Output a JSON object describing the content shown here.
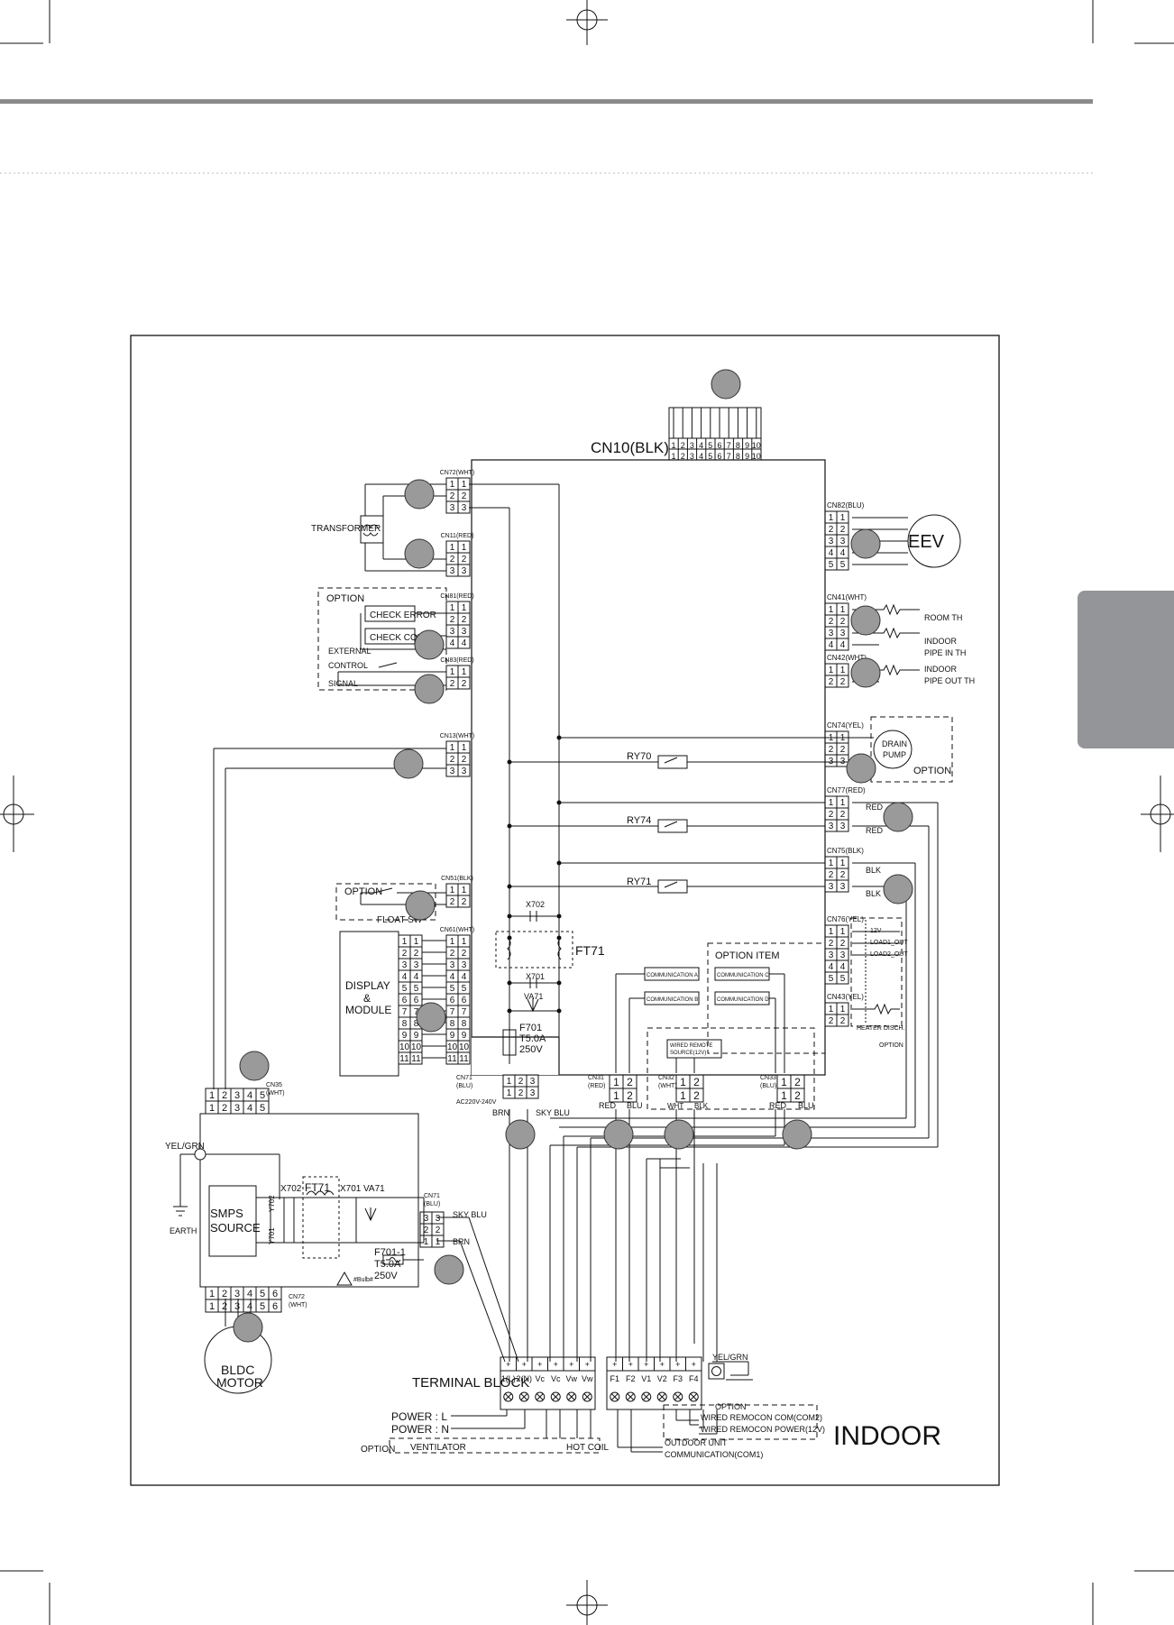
{
  "title": "INDOOR",
  "colors": {
    "wire": "#111111",
    "marker": "#9a9a9a",
    "header_bar": "#8a8a8a",
    "side_tab": "#939598"
  },
  "cn10": {
    "label": "CN10(BLK)",
    "pins": [
      "1",
      "2",
      "3",
      "4",
      "5",
      "6",
      "7",
      "8",
      "9",
      "10"
    ]
  },
  "left_connectors": [
    {
      "id": "CN72(WHT)",
      "pins": [
        "1",
        "2",
        "3"
      ]
    },
    {
      "id": "CN11(RED)",
      "pins": [
        "1",
        "2",
        "3"
      ]
    },
    {
      "id": "CN81(RED)",
      "pins": [
        "1",
        "2",
        "3",
        "4"
      ]
    },
    {
      "id": "CN83(RED)",
      "pins": [
        "1",
        "2"
      ]
    },
    {
      "id": "CN13(WHT)",
      "pins": [
        "1",
        "2",
        "3"
      ]
    },
    {
      "id": "CN51(BLK)",
      "pins": [
        "1",
        "2"
      ]
    },
    {
      "id": "CN61(WHT)",
      "pins": [
        "1",
        "2",
        "3",
        "4",
        "5",
        "6",
        "7",
        "8",
        "9",
        "10",
        "11"
      ]
    }
  ],
  "left_labels": {
    "transformer": "TRANSFORMER",
    "option": "OPTION",
    "check_error": "CHECK ERROR",
    "check_comp": "CHECK COMP",
    "external": "EXTERNAL",
    "control": "CONTROL",
    "signal": "SIGNAL",
    "float_sw": "FLOAT SW",
    "display": "DISPLAY",
    "amp": "&",
    "module": "MODULE"
  },
  "right_connectors": [
    {
      "id": "CN82(BLU)",
      "pins": [
        "1",
        "2",
        "3",
        "4",
        "5"
      ]
    },
    {
      "id": "CN41(WHT)",
      "pins": [
        "1",
        "2",
        "3",
        "4"
      ]
    },
    {
      "id": "CN42(WHT)",
      "pins": [
        "1",
        "2"
      ]
    },
    {
      "id": "CN74(YEL)",
      "pins": [
        "1",
        "2",
        "3"
      ]
    },
    {
      "id": "CN77(RED)",
      "pins": [
        "1",
        "2",
        "3"
      ]
    },
    {
      "id": "CN75(BLK)",
      "pins": [
        "1",
        "2",
        "3"
      ]
    },
    {
      "id": "CN76(YEL)",
      "pins": [
        "1",
        "2",
        "3",
        "4",
        "5"
      ]
    },
    {
      "id": "CN43(YEL)",
      "pins": [
        "1",
        "2"
      ]
    }
  ],
  "right_labels": {
    "eev": "EEV",
    "room_th": "ROOM TH",
    "indoor_pipe_in_1": "INDOOR",
    "indoor_pipe_in_2": "PIPE IN TH",
    "indoor_pipe_out_1": "INDOOR",
    "indoor_pipe_out_2": "PIPE OUT TH",
    "drain_1": "DRAIN",
    "drain_2": "PUMP",
    "option": "OPTION",
    "red_1": "RED",
    "red_2": "RED",
    "blk_1": "BLK",
    "blk_2": "BLK",
    "v12": "12V",
    "load1_out": "LOAD1_OUT",
    "load2_out": "LOAD2_OUT",
    "heater": "HEATER DISCH.",
    "option_small": "OPTION"
  },
  "relays": [
    "RY70",
    "RY74",
    "RY71"
  ],
  "board_parts": {
    "x702": "X702",
    "ft71": "FT71",
    "x701": "X701",
    "va71": "VA71",
    "f701": "F701",
    "f701_rating": "T5.0A",
    "f701_volt": "250V",
    "option_item": "OPTION ITEM",
    "comm_a": "COMMUNICATION A",
    "comm_b": "COMMUNICATION B",
    "comm_c": "COMMUNICATION C",
    "comm_d": "COMMUNICATION D",
    "wired_remote_1": "WIRED REMOTE",
    "wired_remote_2": "SOURCE(12V)"
  },
  "bottom_connectors": {
    "cn71_label": "CN71",
    "cn71_color": "(BLU)",
    "cn71_voltage": "AC220V-240V",
    "cn71_pins": [
      "1",
      "2",
      "3"
    ],
    "cn31_label": "CN31",
    "cn31_color": "(RED)",
    "cn31_pins": [
      "1",
      "2"
    ],
    "cn32_label": "CN32",
    "cn32_color": "(WHT)",
    "cn32_pins": [
      "1",
      "2"
    ],
    "cn33_label": "CN33",
    "cn33_color": "(BLU)",
    "cn33_pins": [
      "1",
      "2"
    ],
    "brn": "BRN",
    "sky_blu": "SKY BLU",
    "red": "RED",
    "blu": "BLU",
    "wht": "WHT",
    "blk": "BLK",
    "red_2": "RED",
    "blu_2": "BLU"
  },
  "smps": {
    "cn35_label": "CN35",
    "cn35_color": "(WHT)",
    "cn35_pins": [
      "1",
      "2",
      "3",
      "4",
      "5"
    ],
    "yel_grn": "YEL/GRN",
    "earth": "EARTH",
    "source_1": "SMPS",
    "source_2": "SOURCE",
    "x702": "X702",
    "y702": "Y702",
    "y701": "Y701",
    "ft71": "FT71",
    "x701": "X701",
    "va71": "VA71",
    "cn71": "CN71",
    "cn71_color": "(BLU)",
    "cn71_pins": [
      "1",
      "2",
      "3"
    ],
    "sky_blu": "SKY BLU",
    "brn": "BRN",
    "fuse": "F701-1",
    "fuse_rating": "T5.0A",
    "fuse_volt": "250V",
    "warn": "#Bulb#",
    "cn72_label": "CN72",
    "cn72_color": "(WHT)",
    "cn72_pins": [
      "1",
      "2",
      "3",
      "4",
      "5",
      "6"
    ],
    "motor_1": "BLDC",
    "motor_2": "MOTOR"
  },
  "terminal": {
    "label": "TERMINAL BLOCK",
    "power_terms": [
      "1(L)",
      "2(N)",
      "Vc",
      "Vc",
      "Vw",
      "Vw"
    ],
    "comm_terms": [
      "F1",
      "F2",
      "V1",
      "V2",
      "F3",
      "F4"
    ],
    "yel_grn": "YEL/GRN",
    "power_l": "POWER : L",
    "power_n": "POWER : N",
    "option": "OPTION",
    "ventilator": "VENTILATOR",
    "hot_coil": "HOT COIL",
    "outdoor_1": "OUTDOOR UNIT",
    "outdoor_2": "COMMUNICATION(COM1)",
    "option_right": "OPTION",
    "wired_com2": "WIRED REMOCON COM(COM2)",
    "wired_power": "WIRED REMOCON POWER(12V)"
  }
}
